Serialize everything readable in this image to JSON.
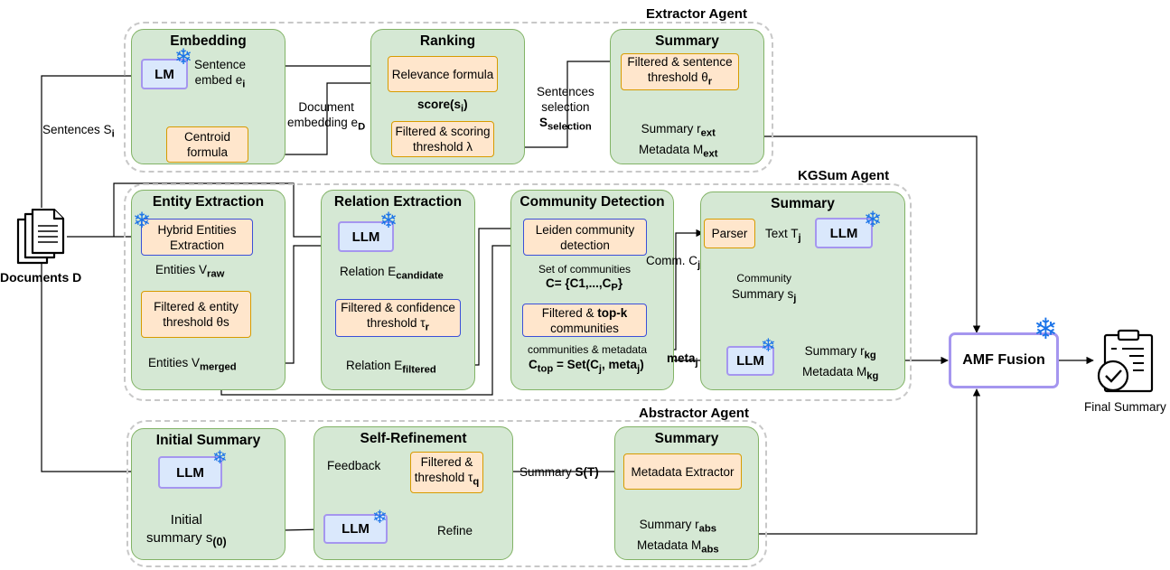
{
  "agents": {
    "extractor": "Extractor Agent",
    "kgsum": "KGSum Agent",
    "abstractor": "Abstractor Agent"
  },
  "extractor": {
    "embedding_title": "Embedding",
    "lm": "LM",
    "sentence_embed_1": "Sentence",
    "sentence_embed_2": "embed e",
    "sentence_embed_sub": "i",
    "centroid": "Centroid formula",
    "doc_embed_1": "Document",
    "doc_embed_2": "embedding e",
    "doc_embed_sub": "D",
    "ranking_title": "Ranking",
    "relevance": "Relevance formula",
    "score": "score(s",
    "score_sub": "i",
    "score_end": ")",
    "filter_score_1": "Filtered & scoring",
    "filter_score_2": "threshold λ",
    "sel_1": "Sentences",
    "sel_2": "selection",
    "sel_3": "S",
    "sel_sub": "selection",
    "summary_title": "Summary",
    "filter_sent_1": "Filtered & sentence",
    "filter_sent_2": "threshold θ",
    "filter_sent_sub": "r",
    "sum_r": "Summary r",
    "sum_r_sub": "ext",
    "meta_m": "Metadata M",
    "meta_m_sub": "ext"
  },
  "left": {
    "sentences": "Sentences S",
    "sentences_sub": "i",
    "documents": "Documents D"
  },
  "kgsum": {
    "entity_title": "Entity Extraction",
    "hybrid": "Hybrid Entities Extraction",
    "entities_raw": "Entities V",
    "entities_raw_sub": "raw",
    "filter_entity_1": "Filtered & entity",
    "filter_entity_2": "threshold θs",
    "entities_merged": "Entities V",
    "entities_merged_sub": "merged",
    "relation_title": "Relation Extraction",
    "llm": "LLM",
    "rel_cand": "Relation E",
    "rel_cand_sub": "candidate",
    "filter_conf_1": "Filtered & confidence",
    "filter_conf_2": "threshold τ",
    "filter_conf_sub": "r",
    "rel_filt": "Relation E",
    "rel_filt_sub": "filtered",
    "community_title": "Community Detection",
    "leiden": "Leiden community detection",
    "set_comm": "Set of communities",
    "c_set": "C= {C1,...,C",
    "c_set_sub": "P",
    "c_set_end": "}",
    "filter_topk_1": "Filtered & ",
    "filter_topk_bold": "top-k",
    "filter_topk_2": "communities",
    "comm_meta": "communities & metadata",
    "ctop": "C",
    "ctop_sub": "top",
    "ctop_2": " = Set(C",
    "ctop_sub2": "j",
    "ctop_3": ", meta",
    "ctop_sub3": "j",
    "ctop_end": ")",
    "summary_title": "Summary",
    "parser": "Parser",
    "text_t": "Text T",
    "text_t_sub": "j",
    "comm_c": "Comm. C",
    "comm_c_sub": "j",
    "comm_sum_1": "Community",
    "comm_sum_2": "Summary s",
    "comm_sum_sub": "j",
    "meta_j": "meta",
    "meta_j_sub": "j",
    "sum_r": "Summary r",
    "sum_r_sub": "kg",
    "meta_m": "Metadata M",
    "meta_m_sub": "kg"
  },
  "abstractor": {
    "initial_title": "Initial Summary",
    "llm": "LLM",
    "initial_1": "Initial",
    "initial_2": "summary s",
    "initial_sub": "(0)",
    "refine_title": "Self-Refinement",
    "feedback": "Feedback",
    "filter_q_1": "Filtered &",
    "filter_q_2": "threshold τ",
    "filter_q_sub": "q",
    "refine": "Refine",
    "sum_st": "Summary S(T)",
    "summary_title": "Summary",
    "meta_extractor": "Metadata Extractor",
    "sum_r": "Summary r",
    "sum_r_sub": "abs",
    "meta_m": "Metadata M",
    "meta_m_sub": "abs"
  },
  "fusion": {
    "amf": "AMF Fusion",
    "final": "Final Summary"
  },
  "icons": {
    "frozen": "snowflake-icon",
    "documents": "documents-icon",
    "final": "clipboard-check-icon"
  },
  "colors": {
    "panel_fill": "#d5e8d4",
    "panel_stroke": "#82b366",
    "box_fill": "#ffe6cc",
    "box_stroke": "#d79b00",
    "llm_fill": "#dae8fc",
    "llm_stroke": "#a596ef",
    "snowflake": "#1a73e8"
  }
}
